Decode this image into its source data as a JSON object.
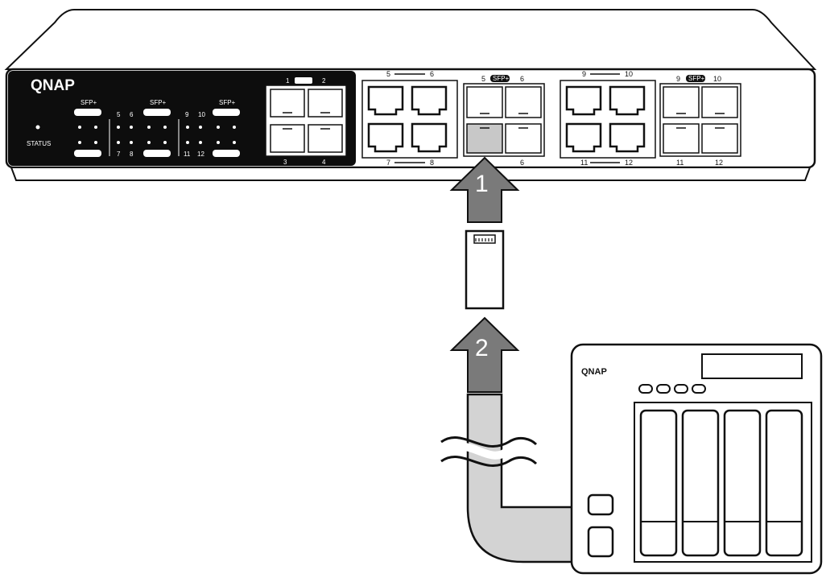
{
  "switch": {
    "brand": "QNAP",
    "status_label": "STATUS",
    "sfp_led_label": "SFP+",
    "led_numbers": [
      "5",
      "6",
      "9",
      "10",
      "7",
      "8",
      "11",
      "12"
    ],
    "group1_top": [
      "1",
      "2"
    ],
    "group1_bottom": [
      "3",
      "4"
    ],
    "rj45_a_top": [
      "5",
      "6"
    ],
    "rj45_a_bottom": [
      "7",
      "8"
    ],
    "sfp_b_top": [
      "5",
      "6"
    ],
    "sfp_b_bottom": [
      "6"
    ],
    "rj45_c_top": [
      "9",
      "10"
    ],
    "rj45_c_bottom": [
      "11",
      "12"
    ],
    "sfp_d_top": [
      "9",
      "10"
    ],
    "sfp_d_bottom": [
      "11",
      "12"
    ],
    "sfp_badge": "SFP+"
  },
  "nas": {
    "brand": "QNAP",
    "drive_bays": 4
  },
  "steps": [
    "1",
    "2"
  ],
  "colors": {
    "outline": "#111111",
    "panel_dark": "#0d0d0d",
    "arrow_fill": "#7a7a7a",
    "cable_fill": "#d3d3d3",
    "highlight_port": "#c8c8c8"
  }
}
